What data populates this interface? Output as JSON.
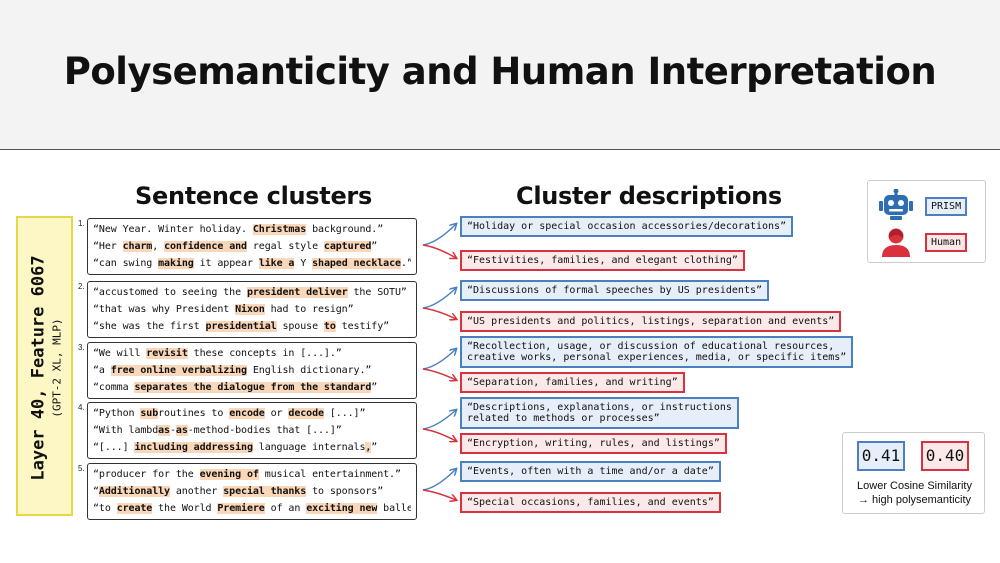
{
  "title": "Polysemanticity and Human Interpretation",
  "columns": {
    "sentences_title": "Sentence clusters",
    "descriptions_title": "Cluster descriptions"
  },
  "layer": {
    "label": "Layer 40, Feature 6067",
    "model": "(GPT-2 XL, MLP)"
  },
  "clusters": [
    {
      "number": "1.",
      "sentences": [
        [
          {
            "t": "“New Year. Winter holiday. "
          },
          {
            "t": "Christmas",
            "h": true
          },
          {
            "t": " background.”"
          }
        ],
        [
          {
            "t": "“Her "
          },
          {
            "t": "charm",
            "h": true
          },
          {
            "t": ", "
          },
          {
            "t": "confidence and",
            "h": true
          },
          {
            "t": " regal style "
          },
          {
            "t": "captured",
            "h": true
          },
          {
            "t": "”"
          }
        ],
        [
          {
            "t": "“can swing "
          },
          {
            "t": "making",
            "h": true
          },
          {
            "t": " it appear "
          },
          {
            "t": "like a",
            "h": true
          },
          {
            "t": " Y "
          },
          {
            "t": "shaped necklace",
            "h": true
          },
          {
            "t": ".”"
          }
        ]
      ],
      "prism": "“Holiday or special occasion accessories/decorations”",
      "human": "“Festivities, families, and elegant clothing”"
    },
    {
      "number": "2.",
      "sentences": [
        [
          {
            "t": "“accustomed to seeing the "
          },
          {
            "t": "president deliver",
            "h": true
          },
          {
            "t": " the SOTU”"
          }
        ],
        [
          {
            "t": "“that was why President "
          },
          {
            "t": "Nixon",
            "h": true
          },
          {
            "t": " had to resign”"
          }
        ],
        [
          {
            "t": "“she was the first "
          },
          {
            "t": "presidential",
            "h": true
          },
          {
            "t": " spouse "
          },
          {
            "t": "to",
            "h": true
          },
          {
            "t": " testify”"
          }
        ]
      ],
      "prism": "“Discussions of formal speeches by US presidents”",
      "human": "“US presidents and politics, listings, separation and events”"
    },
    {
      "number": "3.",
      "sentences": [
        [
          {
            "t": "“We will "
          },
          {
            "t": "revisit",
            "h": true
          },
          {
            "t": " these concepts in [...].”"
          }
        ],
        [
          {
            "t": "“a "
          },
          {
            "t": "free online verbalizing",
            "h": true
          },
          {
            "t": " English dictionary.”"
          }
        ],
        [
          {
            "t": "“comma "
          },
          {
            "t": "separates the dialogue from the standard",
            "h": true
          },
          {
            "t": "”"
          }
        ]
      ],
      "prism": [
        "“Recollection, usage, or discussion of educational resources,",
        "creative works, personal experiences, media, or specific items”"
      ],
      "human": "“Separation, families, and writing”"
    },
    {
      "number": "4.",
      "sentences": [
        [
          {
            "t": "“Python "
          },
          {
            "t": "sub",
            "h": true
          },
          {
            "t": "routines to "
          },
          {
            "t": "encode",
            "h": true
          },
          {
            "t": " or "
          },
          {
            "t": "decode",
            "h": true
          },
          {
            "t": " [...]”"
          }
        ],
        [
          {
            "t": "“With lambd"
          },
          {
            "t": "as",
            "h": true
          },
          {
            "t": "-"
          },
          {
            "t": "as",
            "h": true
          },
          {
            "t": "-method-bodies that [...]”"
          }
        ],
        [
          {
            "t": "“[...] "
          },
          {
            "t": "including addressing",
            "h": true
          },
          {
            "t": " language internals"
          },
          {
            "t": ",",
            "h": true
          },
          {
            "t": "”"
          }
        ]
      ],
      "prism": [
        "“Descriptions, explanations, or instructions",
        "related to methods or processes”"
      ],
      "human": "“Encryption, writing, rules, and listings”"
    },
    {
      "number": "5.",
      "sentences": [
        [
          {
            "t": "“producer for the "
          },
          {
            "t": "evening of",
            "h": true
          },
          {
            "t": " musical entertainment.”"
          }
        ],
        [
          {
            "t": "“"
          },
          {
            "t": "Additionally",
            "h": true
          },
          {
            "t": " another "
          },
          {
            "t": "special thanks",
            "h": true
          },
          {
            "t": " to sponsors”"
          }
        ],
        [
          {
            "t": "“to "
          },
          {
            "t": "create",
            "h": true
          },
          {
            "t": " the World "
          },
          {
            "t": "Premiere",
            "h": true
          },
          {
            "t": " of an "
          },
          {
            "t": "exciting new",
            "h": true
          },
          {
            "t": " ballet”"
          }
        ]
      ],
      "prism": "“Events, often with a time and/or a date”",
      "human": "“Special occasions, families, and events”"
    }
  ],
  "legend": {
    "prism_label": "PRISM",
    "human_label": "Human",
    "prism_icon": "robot-icon",
    "human_icon": "person-icon"
  },
  "similarity": {
    "prism_value": "0.41",
    "human_value": "0.40",
    "caption_line1": "Lower Cosine Similarity",
    "caption_line2": "→ high polysemanticity"
  },
  "colors": {
    "highlight": "#f9d7b8",
    "prism_fill": "#e6eef9",
    "prism_border": "#4a7fc0",
    "human_fill": "#fbe8e8",
    "human_border": "#d9313d",
    "layer_fill": "#fcf7c4",
    "layer_border": "#e6d64a"
  }
}
